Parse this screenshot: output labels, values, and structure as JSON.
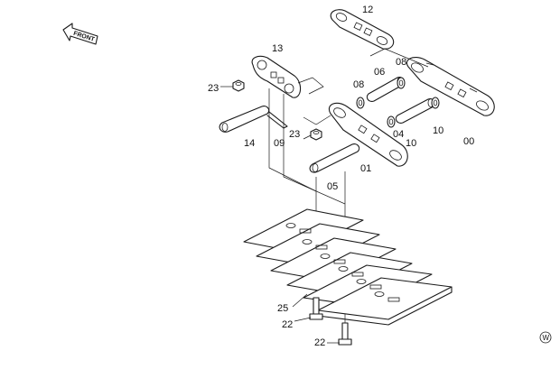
{
  "front_label": "FRONT",
  "watermark": "W",
  "callouts": [
    {
      "id": "c12",
      "text": "12"
    },
    {
      "id": "c13",
      "text": "13"
    },
    {
      "id": "c23a",
      "text": "23"
    },
    {
      "id": "c06",
      "text": "06"
    },
    {
      "id": "c08a",
      "text": "08"
    },
    {
      "id": "c08b",
      "text": "08"
    },
    {
      "id": "c14",
      "text": "14"
    },
    {
      "id": "c09",
      "text": "09"
    },
    {
      "id": "c23b",
      "text": "23"
    },
    {
      "id": "c04",
      "text": "04"
    },
    {
      "id": "c10a",
      "text": "10"
    },
    {
      "id": "c10b",
      "text": "10"
    },
    {
      "id": "c00",
      "text": "00"
    },
    {
      "id": "c01",
      "text": "01"
    },
    {
      "id": "c05",
      "text": "05"
    },
    {
      "id": "c25",
      "text": "25"
    },
    {
      "id": "c22a",
      "text": "22"
    },
    {
      "id": "c22b",
      "text": "22"
    }
  ]
}
